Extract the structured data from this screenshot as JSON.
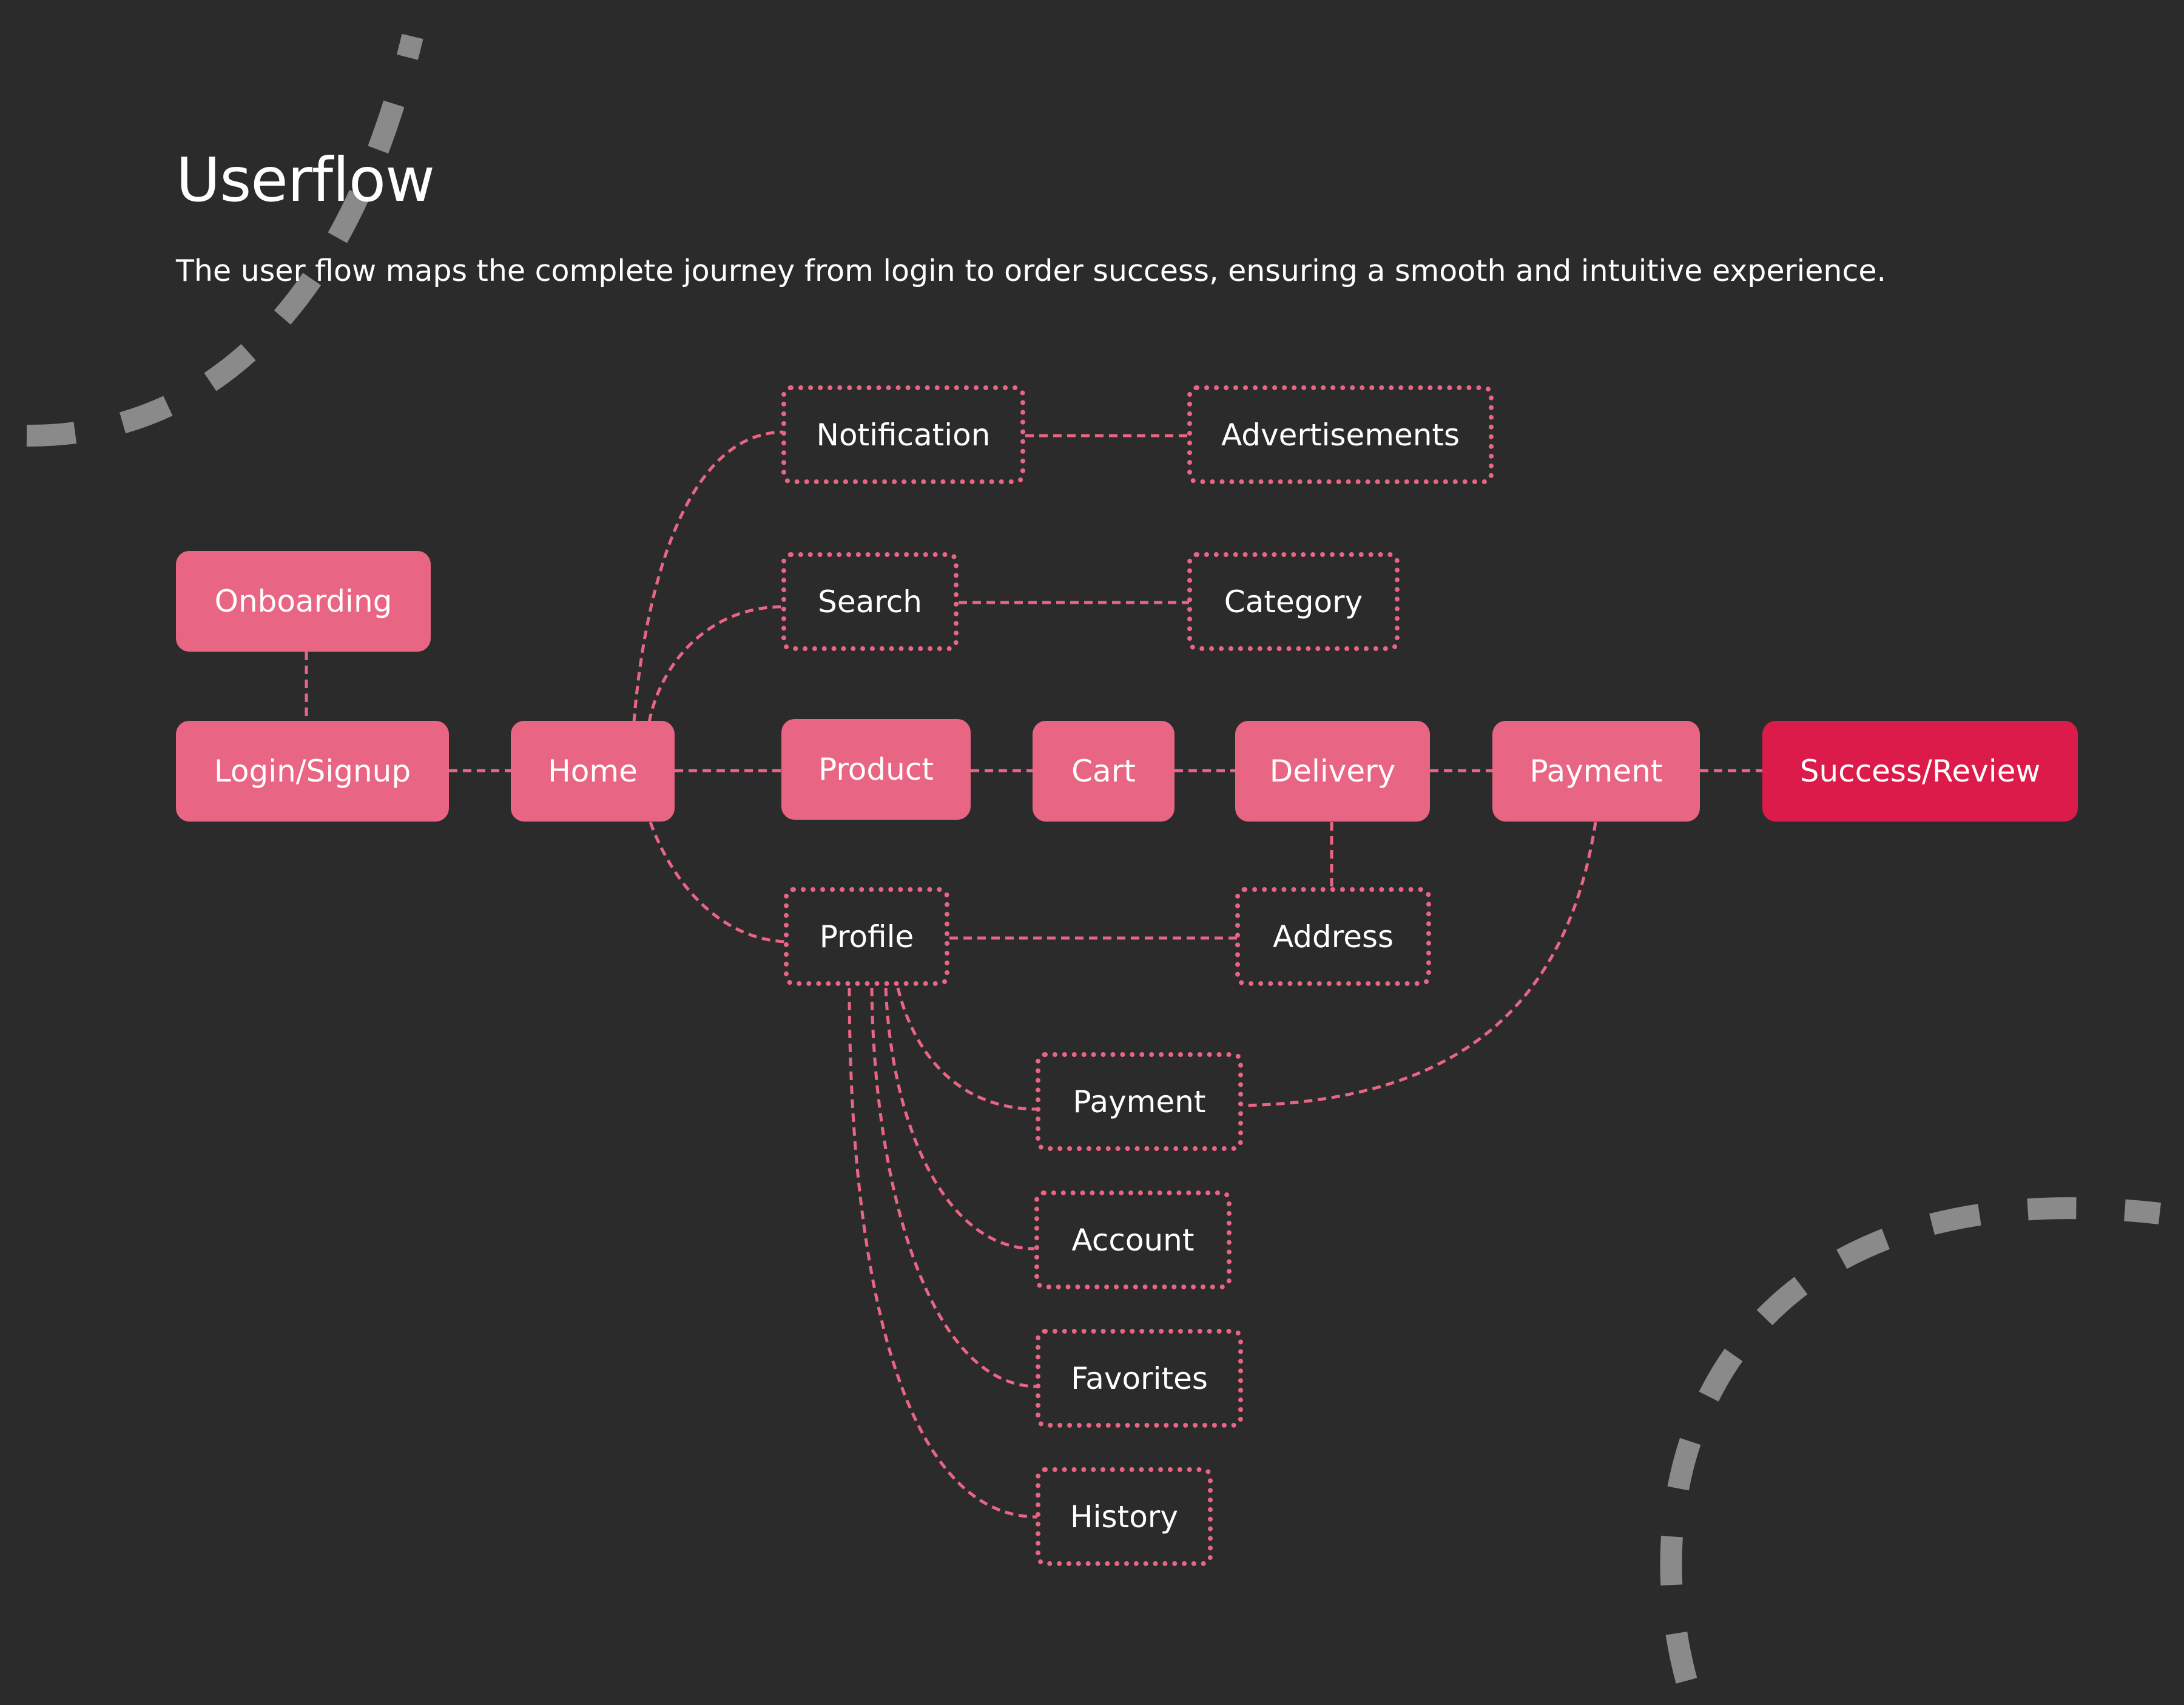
{
  "header": {
    "title": "Userflow",
    "description": "The user flow maps the complete journey from login to order success, ensuring a smooth and intuitive experience."
  },
  "colors": {
    "background": "#2b2b2b",
    "primary_node": "#e96584",
    "success_node": "#dd1b4a",
    "connector": "#e96584",
    "decoration": "#8a8a8a",
    "text": "#ffffff"
  },
  "flow": {
    "onboarding": "Onboarding",
    "login": "Login/Signup",
    "home": "Home",
    "product": "Product",
    "cart": "Cart",
    "delivery": "Delivery",
    "payment": "Payment",
    "success": "Success/Review",
    "notification": "Notification",
    "advertisements": "Advertisements",
    "search": "Search",
    "category": "Category",
    "profile": "Profile",
    "address": "Address",
    "profile_payment": "Payment",
    "account": "Account",
    "favorites": "Favorites",
    "history": "History"
  }
}
